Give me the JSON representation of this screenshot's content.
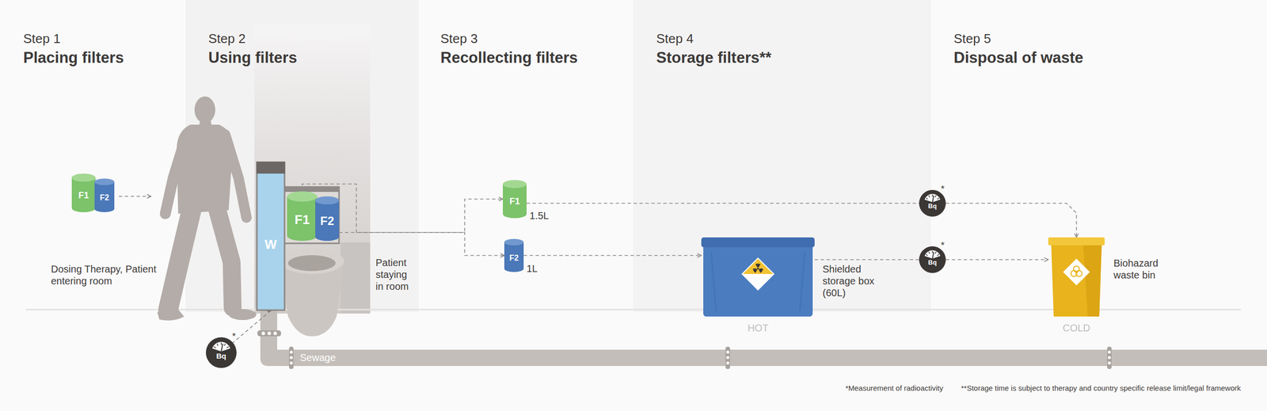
{
  "diagram": {
    "nodes": [
      {
        "text": [
          "F1"
        ]
      },
      {
        "text": [
          "F2"
        ]
      },
      {
        "text": [
          "W"
        ]
      },
      {
        "text": [
          "F1"
        ]
      },
      {
        "text": [
          "F2"
        ]
      },
      {
        "text": [
          "Bq"
        ]
      },
      {
        "text": [
          "F1",
          "1.5L"
        ]
      },
      {
        "text": [
          "F2",
          "1L"
        ]
      },
      {
        "text": [
          "Bq"
        ]
      },
      {
        "text": [
          "Shielded storage box (60L)",
          "HOT"
        ]
      },
      {
        "text": [
          "Bq"
        ]
      },
      {
        "text": [
          "Biohazard waste bin",
          "COLD"
        ]
      }
    ],
    "edges": [
      {
        "from": 3,
        "to": 6,
        "arrow": "to"
      },
      {
        "from": 4,
        "to": 7,
        "arrow": "to"
      },
      {
        "from": 6,
        "to": 8,
        "arrow": "none"
      },
      {
        "from": 8,
        "to": 11,
        "arrow": "to"
      },
      {
        "from": 7,
        "to": 9,
        "arrow": "to"
      },
      {
        "from": 9,
        "to": 10,
        "arrow": "none"
      },
      {
        "from": 10,
        "to": 11,
        "arrow": "to"
      },
      {
        "from": 2,
        "to": 5,
        "arrow": "none"
      }
    ],
    "labels": [
      "Step 1",
      "Placing filters",
      "Step 2",
      "Using filters",
      "Step 3",
      "Recollecting filters",
      "Step 4",
      "Storage filters**",
      "Step 5",
      "Disposal of waste",
      "Dosing Therapy, Patient entering room",
      "Patient staying in room",
      "*",
      "*",
      "*",
      "Sewage",
      "*Measurement of radioactivity",
      "**Storage time is subject to therapy and country specific release limit/legal framework"
    ]
  }
}
